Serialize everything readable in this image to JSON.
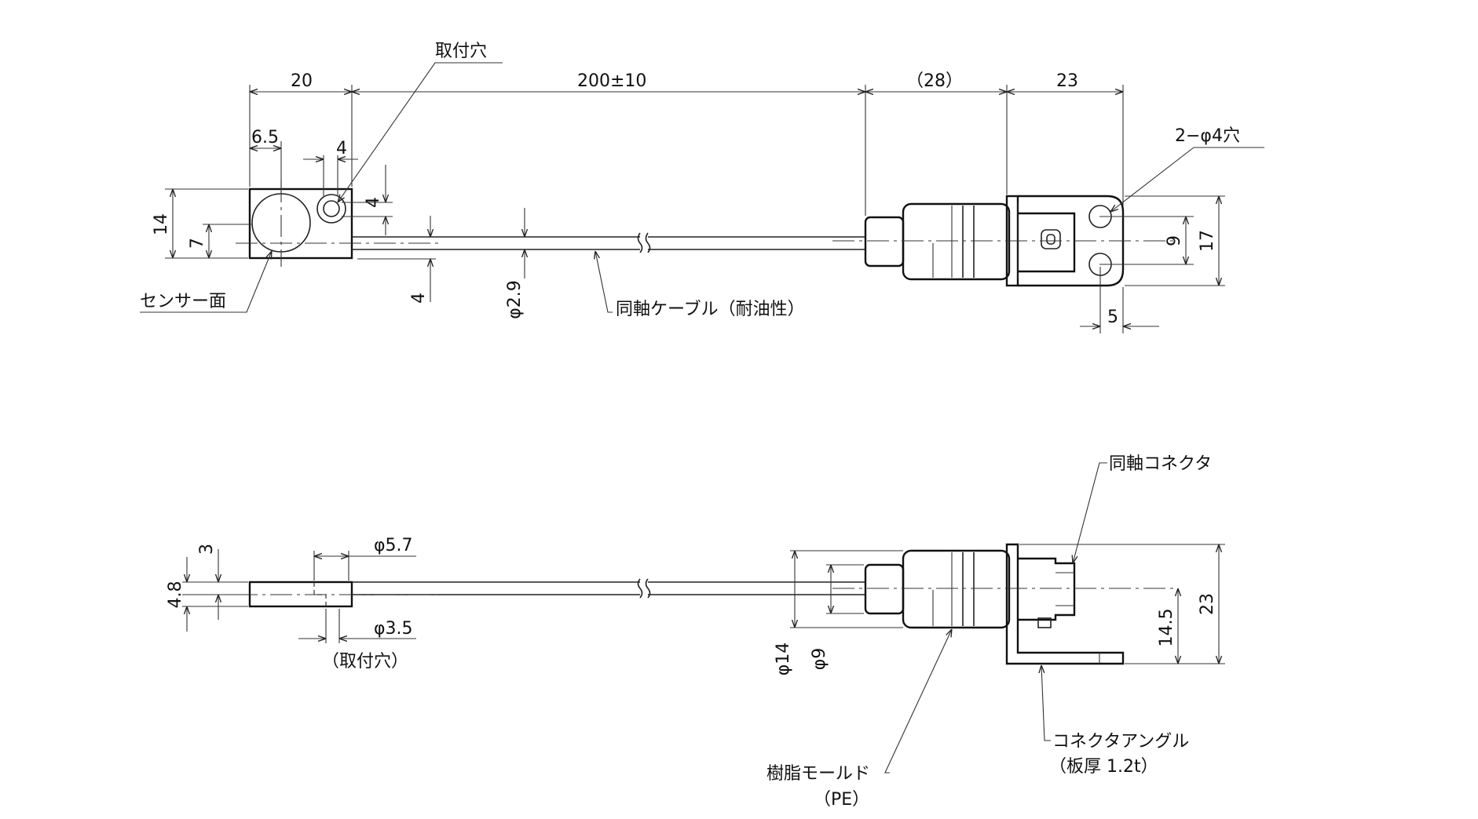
{
  "labels": {
    "mount_hole": "取付穴",
    "sensor_face": "センサー面",
    "coax_cable": "同軸ケーブル（耐油性）",
    "holes_2": "2−φ4穴",
    "coax_connector": "同軸コネクタ",
    "mount_hole_paren": "（取付穴）",
    "connector_angle": "コネクタアングル",
    "plate_thickness": "（板厚 1.2t）",
    "resin_mold": "樹脂モールド",
    "pe": "（PE）"
  },
  "dimensions": {
    "d20": "20",
    "d200": "200±10",
    "d28": "（28）",
    "d23_top": "23",
    "d6_5": "6.5",
    "d4_a": "4",
    "d4_b": "4",
    "d4_c": "4",
    "d14": "14",
    "d7": "7",
    "d2_9": "φ2.9",
    "d9_right": "9",
    "d17": "17",
    "d5": "5",
    "d3": "3",
    "d4_8": "4.8",
    "d5_7": "φ5.7",
    "d3_5": "φ3.5",
    "d14_dia": "φ14",
    "d9_dia": "φ9",
    "d14_5": "14.5",
    "d23_side": "23"
  }
}
